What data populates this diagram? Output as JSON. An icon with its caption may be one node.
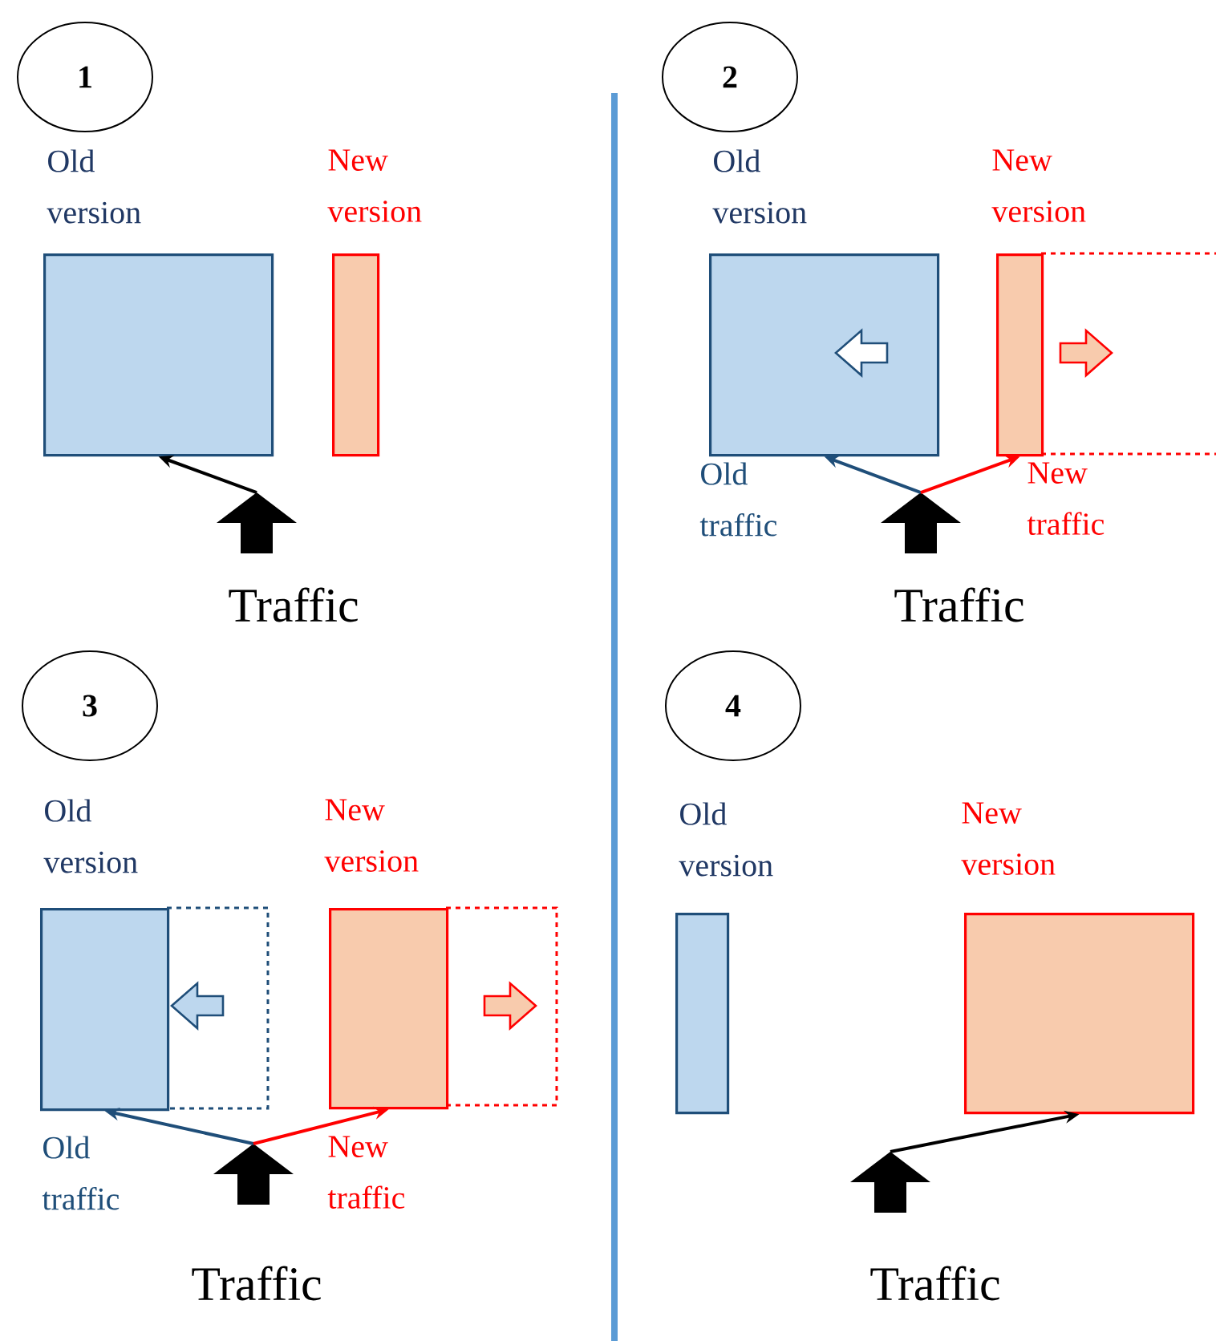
{
  "diagram": {
    "nodes": [
      {
        "text": [
          "1"
        ]
      },
      {
        "text": [
          "Old version"
        ]
      },
      {
        "text": [
          "New version"
        ]
      },
      {
        "text": [],
        "shape": "arrow",
        "beside": [
          "Traffic"
        ]
      },
      {
        "text": [
          "2"
        ]
      },
      {
        "text": [
          "Old version"
        ]
      },
      {
        "text": [
          "New version"
        ]
      },
      {
        "text": [],
        "shape": "arrow",
        "beside": [
          "Traffic"
        ]
      },
      {
        "text": [
          "3"
        ]
      },
      {
        "text": [
          "Old version"
        ]
      },
      {
        "text": [
          "New version"
        ]
      },
      {
        "text": [],
        "shape": "arrow",
        "beside": [
          "Traffic"
        ]
      },
      {
        "text": [
          "4"
        ]
      },
      {
        "text": [
          "Old version"
        ]
      },
      {
        "text": [
          "New version"
        ]
      },
      {
        "text": [],
        "shape": "arrow",
        "beside": [
          "Traffic"
        ]
      }
    ],
    "edges": [
      {
        "from": 3,
        "to": 1,
        "arrow": "to"
      },
      {
        "from": 7,
        "to": 5,
        "arrow": "to",
        "label": "Old traffic",
        "color": "#1f4e79"
      },
      {
        "from": 7,
        "to": 6,
        "arrow": "to",
        "label": "New traffic",
        "color": "#ff0000"
      },
      {
        "from": 11,
        "to": 9,
        "arrow": "to",
        "label": "Old traffic",
        "color": "#1f4e79"
      },
      {
        "from": 11,
        "to": 10,
        "arrow": "to",
        "label": "New traffic",
        "color": "#ff0000"
      },
      {
        "from": 15,
        "to": 14,
        "arrow": "to"
      }
    ]
  }
}
